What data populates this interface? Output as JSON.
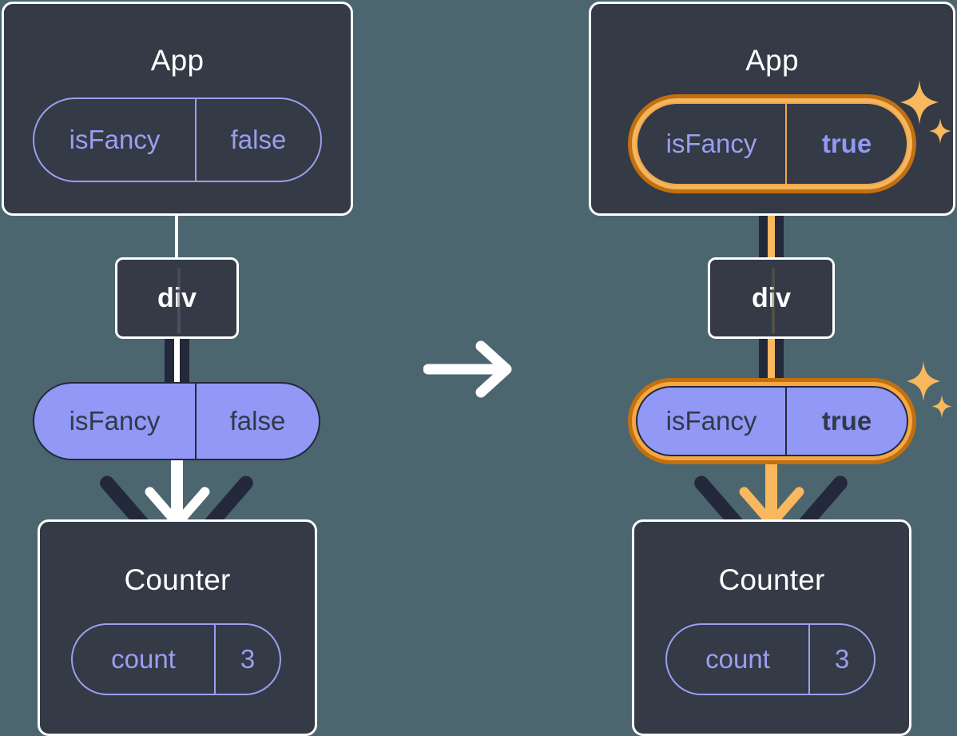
{
  "diagram": {
    "title": "React state update propagation diagram",
    "background_color": "#4c6670",
    "accent_highlight": "#f5a742",
    "accent_highlight_dark": "#c2700f",
    "sparkle_color": "#f9b85d",
    "pill_purple": "#9198f5",
    "pill_outline_purple": "#9a9ff0",
    "node_fill": "#343a46",
    "node_border": "#ffffff",
    "connector_dark": "#23283a"
  },
  "panels": [
    {
      "id": "before",
      "app": {
        "title": "App",
        "pill": {
          "key": "isFancy",
          "value": "false",
          "style": "outline",
          "highlighted": false,
          "bold_value": false
        }
      },
      "div": {
        "label": "div"
      },
      "prop_pill": {
        "key": "isFancy",
        "value": "false",
        "style": "filled",
        "highlighted": false,
        "bold_value": false
      },
      "counter": {
        "title": "Counter",
        "pill": {
          "key": "count",
          "value": "3",
          "style": "outline",
          "highlighted": false,
          "bold_value": false
        }
      }
    },
    {
      "id": "after",
      "app": {
        "title": "App",
        "pill": {
          "key": "isFancy",
          "value": "true",
          "style": "outline",
          "highlighted": true,
          "bold_value": true
        }
      },
      "div": {
        "label": "div"
      },
      "prop_pill": {
        "key": "isFancy",
        "value": "true",
        "style": "filled",
        "highlighted": true,
        "bold_value": true
      },
      "counter": {
        "title": "Counter",
        "pill": {
          "key": "count",
          "value": "3",
          "style": "outline",
          "highlighted": false,
          "bold_value": false
        }
      }
    }
  ],
  "transition_arrow": {
    "icon": "arrow-right-icon",
    "color": "#ffffff"
  }
}
